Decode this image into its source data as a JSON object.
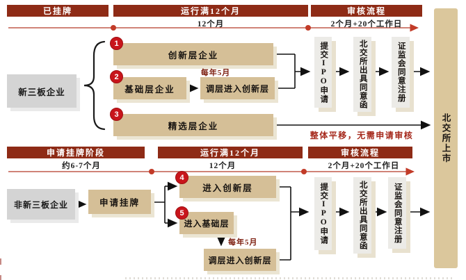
{
  "top": {
    "phase_headers": [
      {
        "label": "已挂牌"
      },
      {
        "label": "运行满12个月"
      },
      {
        "label": "审核流程"
      }
    ],
    "durations": [
      {
        "label": "12个月"
      },
      {
        "label": "2个月+20个工作日"
      }
    ],
    "source_box": "新三板企业",
    "steps": [
      {
        "num": "1",
        "label": "创新层企业"
      },
      {
        "num": "2",
        "label": "基础层企业"
      },
      {
        "num": "3",
        "label": "精选层企业"
      }
    ],
    "annual_label": "每年5月",
    "transfer_box": "调层进入创新层",
    "process_boxes": [
      {
        "label": "提交IPO申请"
      },
      {
        "label": "北交所出具同意函"
      },
      {
        "label": "证监会同意注册"
      }
    ],
    "bypass_note": "整体平移，无需申请审核"
  },
  "bottom": {
    "phase_headers": [
      {
        "label": "申请挂牌阶段"
      },
      {
        "label": "运行满12个月"
      },
      {
        "label": "审核流程"
      }
    ],
    "durations": [
      {
        "label": "约6-7个月"
      },
      {
        "label": "12个月"
      },
      {
        "label": "2个月+20个工作日"
      }
    ],
    "source_box": "非新三板企业",
    "apply_box": "申请挂牌",
    "steps": [
      {
        "num": "4",
        "label": "进入创新层"
      },
      {
        "num": "5",
        "label": "进入基础层"
      }
    ],
    "annual_label": "每年5月",
    "transfer_box": "调层进入创新层",
    "process_boxes": [
      {
        "label": "提交IPO申请"
      },
      {
        "label": "北交所出具同意函"
      },
      {
        "label": "证监会同意注册"
      }
    ]
  },
  "result_box": "北交所上市",
  "colors": {
    "header_red": "#8E2B16",
    "timeline_red": "#C05A4A",
    "dot_red": "#C23B28",
    "tan_box": "#D5BF97",
    "gray_box": "#D4D4D4",
    "process_box": "#ECEBE7",
    "result_box_tan": "#DBC79C",
    "badge_red": "#C8151B",
    "note_red": "#A5281B",
    "annual_maroon": "#7E2011"
  }
}
